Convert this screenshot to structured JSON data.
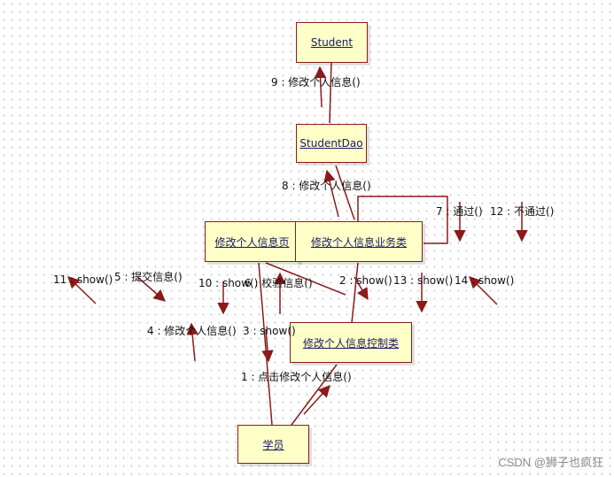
{
  "objects": {
    "student": "Student",
    "studentdao": "StudentDao",
    "page": "修改个人信息页",
    "service": "修改个人信息业务类",
    "controller": "修改个人信息控制类",
    "actor": "学员"
  },
  "messages": [
    "9 : 修改个人信息()",
    "8 : 修改个人信息()",
    "7 : 通过()",
    "12 : 不通过()",
    "11 : show()",
    "5 : 提交信息()",
    "10 : show()",
    "6 : 校验信息()",
    "2 : show()",
    "13 : show()",
    "14 : show()",
    "4 : 修改个人信息()",
    "3 : show()",
    "1 : 点击修改个人信息()"
  ],
  "watermark": "CSDN @狮子也疯狂",
  "colors": {
    "line": "#8b1a1a",
    "box_fill": "#ffffc8",
    "text": "#1a1a66"
  }
}
